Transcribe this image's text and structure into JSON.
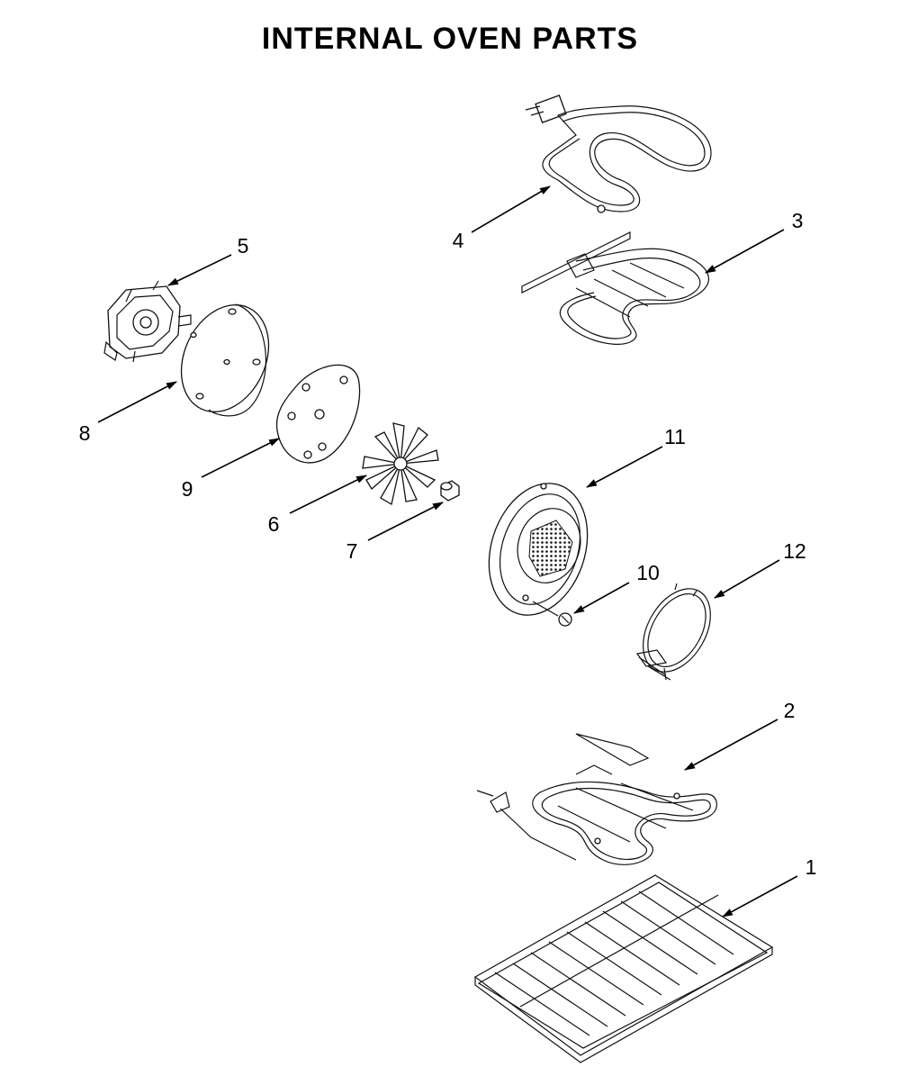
{
  "title": "INTERNAL OVEN PARTS",
  "callouts": {
    "p1": "1",
    "p2": "2",
    "p3": "3",
    "p4": "4",
    "p5": "5",
    "p6": "6",
    "p7": "7",
    "p8": "8",
    "p9": "9",
    "p10": "10",
    "p11": "11",
    "p12": "12"
  }
}
